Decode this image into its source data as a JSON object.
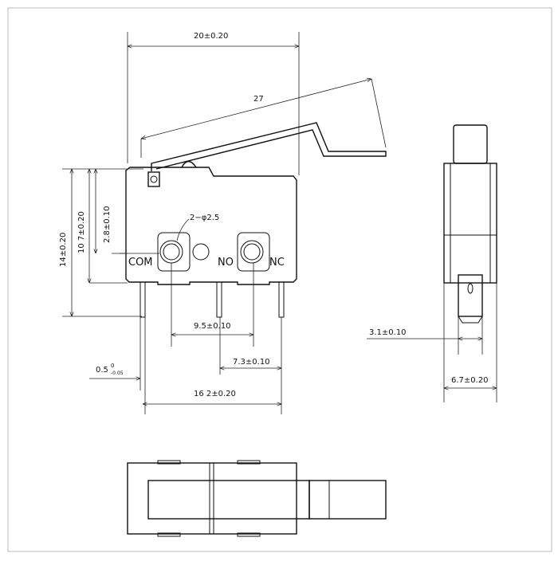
{
  "dimensions": {
    "overall_width": "20±0.20",
    "lever_length": "27",
    "total_height": "14±0.20",
    "body_height": "10 7±0.20",
    "actuator_offset": "2.8±0.10",
    "hole_diameter": "2−φ2.5",
    "pin_spacing_com_no": "9.5±0.10",
    "pin_spacing_no_nc": "7.3±0.10",
    "pin_width_main": "0.5",
    "pin_width_sup": "0",
    "pin_width_sub": "-0.05",
    "pin_span": "16 2±0.20",
    "side_terminal": "3.1±0.10",
    "side_width": "6.7±0.20"
  },
  "pins": {
    "com": "COM",
    "no": "NO",
    "nc": "NC"
  }
}
